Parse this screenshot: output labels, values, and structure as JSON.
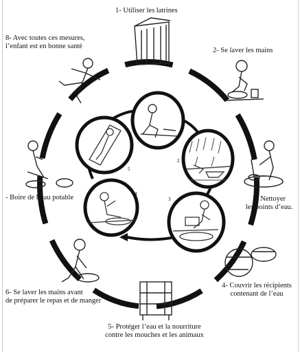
{
  "steps": {
    "s1": "1- Utiliser les latrines",
    "s2": "2- Se laver les mains",
    "s3_l1": "3- Nettoyer",
    "s3_l2": "les points d’eau.",
    "s4_l1": "4- Couvrir les récipients",
    "s4_l2": "contenant de l’eau",
    "s5_l1": "5- Protéger l’eau et la nourriture",
    "s5_l2": "contre les mouches et les animaux",
    "s6_l1": "6- Se laver les mains avant",
    "s6_l2": "de préparer le repas et de manger",
    "s7": "- Boire de l’eau potable",
    "s8_l1": "8- Avec toutes ces mesures,",
    "s8_l2": "l’enfant est en bonne santé"
  },
  "inner_marks": {
    "m1": "5",
    "m2": "2",
    "m3": "3",
    "m4": "4"
  }
}
